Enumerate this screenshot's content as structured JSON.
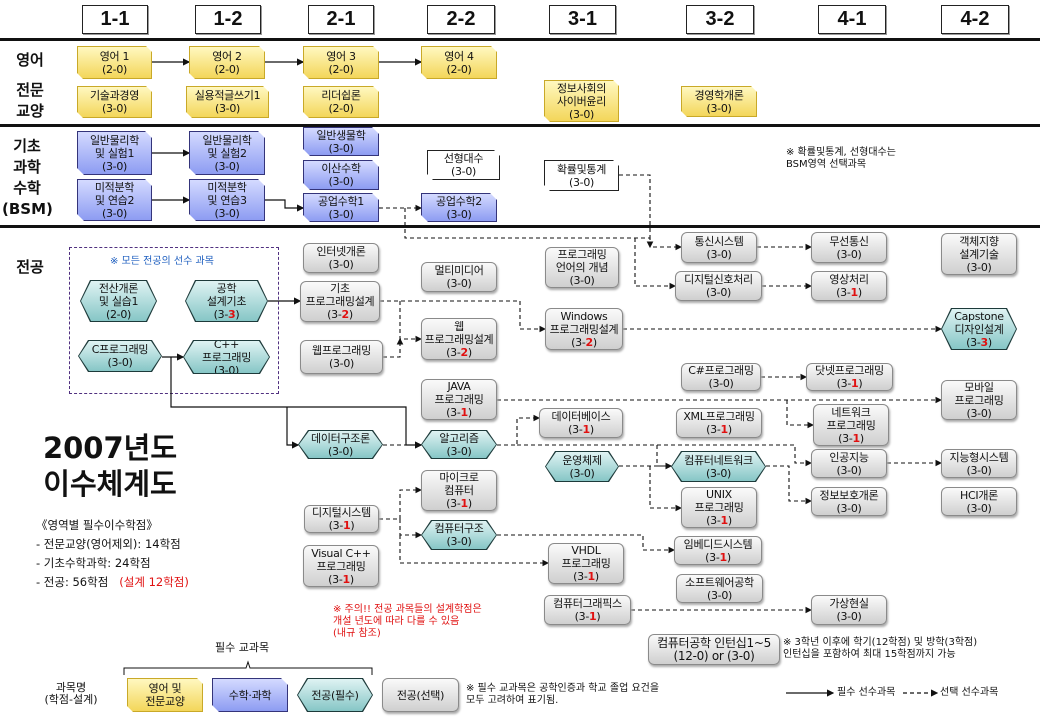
{
  "semesters": [
    "1-1",
    "1-2",
    "2-1",
    "2-2",
    "3-1",
    "3-2",
    "4-1",
    "4-2"
  ],
  "row_labels": {
    "english": "영어",
    "liberal": "전문\n교양",
    "bsm": "기초\n과학\n수학\n(BSM)",
    "major": "전공"
  },
  "courses": [
    {
      "id": "eng1",
      "name": "영어 1",
      "lec": "2",
      "des": "0",
      "type": "y"
    },
    {
      "id": "eng2",
      "name": "영어 2",
      "lec": "2",
      "des": "0",
      "type": "y"
    },
    {
      "id": "eng3",
      "name": "영어 3",
      "lec": "2",
      "des": "0",
      "type": "y"
    },
    {
      "id": "eng4",
      "name": "영어 4",
      "lec": "2",
      "des": "0",
      "type": "y"
    },
    {
      "id": "techmgmt",
      "name": "기술과경영",
      "lec": "3",
      "des": "0",
      "type": "y"
    },
    {
      "id": "writing1",
      "name": "실용적글쓰기1",
      "lec": "3",
      "des": "0",
      "type": "y"
    },
    {
      "id": "leadership",
      "name": "리더쉽론",
      "lec": "2",
      "des": "0",
      "type": "y"
    },
    {
      "id": "cyberethics",
      "name": "정보사회의\n사이버윤리",
      "lec": "3",
      "des": "0",
      "type": "y"
    },
    {
      "id": "mgmt",
      "name": "경영학개론",
      "lec": "3",
      "des": "0",
      "type": "y"
    },
    {
      "id": "phys1",
      "name": "일반물리학\n및 실험1",
      "lec": "3",
      "des": "0",
      "type": "b"
    },
    {
      "id": "phys2",
      "name": "일반물리학\n및 실험2",
      "lec": "3",
      "des": "0",
      "type": "b"
    },
    {
      "id": "calc2",
      "name": "미적분학\n및 연습2",
      "lec": "3",
      "des": "0",
      "type": "b"
    },
    {
      "id": "calc3",
      "name": "미적분학\n및 연습3",
      "lec": "3",
      "des": "0",
      "type": "b"
    },
    {
      "id": "bio",
      "name": "일반생물학",
      "lec": "3",
      "des": "0",
      "type": "b"
    },
    {
      "id": "discrete",
      "name": "이산수학",
      "lec": "3",
      "des": "0",
      "type": "b"
    },
    {
      "id": "engmath1",
      "name": "공업수학1",
      "lec": "3",
      "des": "0",
      "type": "b"
    },
    {
      "id": "engmath2",
      "name": "공업수학2",
      "lec": "3",
      "des": "0",
      "type": "b"
    },
    {
      "id": "linalg",
      "name": "선형대수",
      "lec": "3",
      "des": "0",
      "type": "w"
    },
    {
      "id": "prob",
      "name": "확률및통계",
      "lec": "3",
      "des": "0",
      "type": "w"
    },
    {
      "id": "intro",
      "name": "전산개론\n및 실습1",
      "lec": "2",
      "des": "0",
      "type": "h"
    },
    {
      "id": "designbasic",
      "name": "공학\n설계기초",
      "lec": "3",
      "des": "3",
      "type": "h"
    },
    {
      "id": "cprog",
      "name": "C프로그래밍",
      "lec": "3",
      "des": "0",
      "type": "h"
    },
    {
      "id": "cpp",
      "name": "C++\n프로그래밍",
      "lec": "3",
      "des": "0",
      "type": "h"
    },
    {
      "id": "internet",
      "name": "인터넷개론",
      "lec": "3",
      "des": "0",
      "type": "g"
    },
    {
      "id": "basicprog",
      "name": "기초\n프로그래밍설계",
      "lec": "3",
      "des": "2",
      "type": "g"
    },
    {
      "id": "webprog",
      "name": "웹프로그래밍",
      "lec": "3",
      "des": "0",
      "type": "g"
    },
    {
      "id": "multimedia",
      "name": "멀티미디어",
      "lec": "3",
      "des": "0",
      "type": "g"
    },
    {
      "id": "webdesign",
      "name": "웹\n프로그래밍설계",
      "lec": "3",
      "des": "2",
      "type": "g"
    },
    {
      "id": "java",
      "name": "JAVA\n프로그래밍",
      "lec": "3",
      "des": "1",
      "type": "g"
    },
    {
      "id": "datastruct",
      "name": "데이터구조론",
      "lec": "3",
      "des": "0",
      "type": "h"
    },
    {
      "id": "algo",
      "name": "알고리즘",
      "lec": "3",
      "des": "0",
      "type": "h"
    },
    {
      "id": "micro",
      "name": "마이크로\n컴퓨터",
      "lec": "3",
      "des": "1",
      "type": "g"
    },
    {
      "id": "digital",
      "name": "디지털시스템",
      "lec": "3",
      "des": "1",
      "type": "g"
    },
    {
      "id": "arch",
      "name": "컴퓨터구조",
      "lec": "3",
      "des": "0",
      "type": "h"
    },
    {
      "id": "vcpp",
      "name": "Visual C++\n프로그래밍",
      "lec": "3",
      "des": "1",
      "type": "g"
    },
    {
      "id": "plconcept",
      "name": "프로그래밍\n언어의 개념",
      "lec": "3",
      "des": "0",
      "type": "g"
    },
    {
      "id": "windows",
      "name": "Windows\n프로그래밍설계",
      "lec": "3",
      "des": "2",
      "type": "g"
    },
    {
      "id": "comm",
      "name": "통신시스템",
      "lec": "3",
      "des": "0",
      "type": "g"
    },
    {
      "id": "dsp",
      "name": "디지털신호처리",
      "lec": "3",
      "des": "0",
      "type": "g"
    },
    {
      "id": "wireless",
      "name": "무선통신",
      "lec": "3",
      "des": "0",
      "type": "g"
    },
    {
      "id": "image",
      "name": "영상처리",
      "lec": "3",
      "des": "1",
      "type": "g"
    },
    {
      "id": "oodesign",
      "name": "객체지향\n설계기술",
      "lec": "3",
      "des": "0",
      "type": "g"
    },
    {
      "id": "capstone",
      "name": "Capstone\n디자인설계",
      "lec": "3",
      "des": "3",
      "type": "h"
    },
    {
      "id": "csharp",
      "name": "C#프로그래밍",
      "lec": "3",
      "des": "0",
      "type": "g"
    },
    {
      "id": "dotnet",
      "name": "닷넷프로그래밍",
      "lec": "3",
      "des": "1",
      "type": "g"
    },
    {
      "id": "mobile",
      "name": "모바일\n프로그래밍",
      "lec": "3",
      "des": "0",
      "type": "g"
    },
    {
      "id": "db",
      "name": "데이터베이스",
      "lec": "3",
      "des": "1",
      "type": "g"
    },
    {
      "id": "xml",
      "name": "XML프로그래밍",
      "lec": "3",
      "des": "1",
      "type": "g"
    },
    {
      "id": "netprog",
      "name": "네트워크\n프로그래밍",
      "lec": "3",
      "des": "1",
      "type": "g"
    },
    {
      "id": "os",
      "name": "운영체제",
      "lec": "3",
      "des": "0",
      "type": "h"
    },
    {
      "id": "network",
      "name": "컴퓨터네트워크",
      "lec": "3",
      "des": "0",
      "type": "h"
    },
    {
      "id": "ai",
      "name": "인공지능",
      "lec": "3",
      "des": "0",
      "type": "g"
    },
    {
      "id": "intelligent",
      "name": "지능형시스템",
      "lec": "3",
      "des": "0",
      "type": "g"
    },
    {
      "id": "unix",
      "name": "UNIX\n프로그래밍",
      "lec": "3",
      "des": "1",
      "type": "g"
    },
    {
      "id": "security",
      "name": "정보보호개론",
      "lec": "3",
      "des": "0",
      "type": "g"
    },
    {
      "id": "hci",
      "name": "HCI개론",
      "lec": "3",
      "des": "0",
      "type": "g"
    },
    {
      "id": "embedded",
      "name": "임베디드시스템",
      "lec": "3",
      "des": "1",
      "type": "g"
    },
    {
      "id": "vhdl",
      "name": "VHDL\n프로그래밍",
      "lec": "3",
      "des": "1",
      "type": "g"
    },
    {
      "id": "se",
      "name": "소프트웨어공학",
      "lec": "3",
      "des": "0",
      "type": "g"
    },
    {
      "id": "graphics",
      "name": "컴퓨터그래픽스",
      "lec": "3",
      "des": "1",
      "type": "g"
    },
    {
      "id": "vr",
      "name": "가상현실",
      "lec": "3",
      "des": "0",
      "type": "g"
    }
  ],
  "internship": {
    "name": "컴퓨터공학 인턴십1~5",
    "credit": "(12-0) or (3-0)"
  },
  "notes": {
    "bsm_elective": "※ 확률및통계, 선형대수는\n   BSM영역 선택과목",
    "all_major_prereq": "※ 모든 전공의 선수 과목",
    "internship": "※ 3학년 이후에 학기(12학점) 및 방학(3학점)\n   인턴십을 포함하여 최대 15학점까지 가능",
    "caution": "※ 주의!! 전공 과목들의 설계학점은\n   개설 년도에 따라 다를 수 있음\n   (내규 참조)"
  },
  "title": {
    "line1": "2007년도",
    "line2": "이수체계도"
  },
  "credits": {
    "heading": "《영역별  필수이수학점》",
    "items": [
      "- 전문교양(영어제외):  14학점",
      "- 기초수학과학:  24학점",
      "- 전공: 56학점"
    ],
    "design": "(설계 12학점)"
  },
  "legend": {
    "required_group": "필수 교과목",
    "course_format": "과목명\n(학점-설계)",
    "english_liberal": "영어 및\n전문교양",
    "math_science": "수학·과학",
    "major_required": "전공(필수)",
    "major_elective": "전공(선택)",
    "required_note": "※ 필수 교과목은 공학인증과 학교 졸업 요건을\n   모두 고려하여 표기됨.",
    "required_prereq": "필수 선수과목",
    "elective_prereq": "선택 선수과목"
  },
  "colors": {
    "design_credit": "#e01010",
    "note_blue": "#2060c0",
    "caution": "#e01010"
  }
}
